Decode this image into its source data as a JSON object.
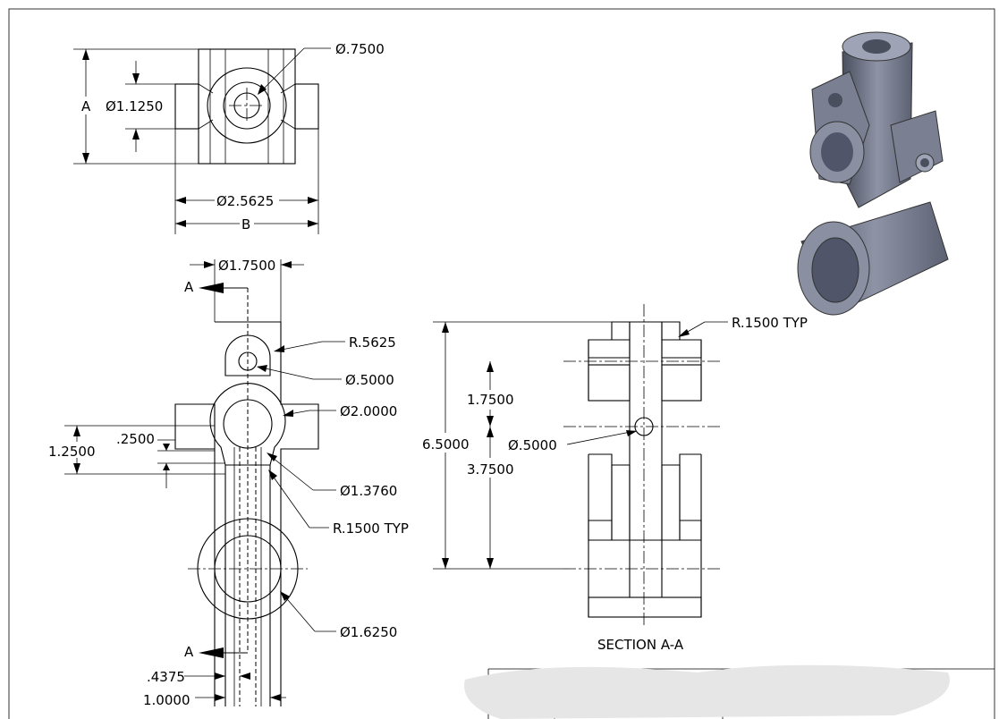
{
  "top_view": {
    "dia_750": "Ø.7500",
    "label_a": "A",
    "dia_1125": "Ø1.1250",
    "dia_2562": "Ø2.5625",
    "label_b": "B"
  },
  "front_view": {
    "dia_1750": "Ø1.7500",
    "section_a_top": "A",
    "section_a_bottom": "A",
    "r_5625": "R.5625",
    "dia_500": "Ø.5000",
    "dia_2000": "Ø2.0000",
    "dim_250": ".2500",
    "dim_1250": "1.2500",
    "dia_1376": "Ø1.3760",
    "r_150": "R.1500 TYP",
    "dia_1625": "Ø1.6250",
    "dim_4375": ".4375",
    "dim_1000": "1.0000"
  },
  "section_view": {
    "r_150": "R.1500 TYP",
    "dim_1750": "1.7500",
    "dim_6500": "6.5000",
    "dia_500": "Ø.5000",
    "dim_3750": "3.7500",
    "title": "SECTION A-A"
  }
}
